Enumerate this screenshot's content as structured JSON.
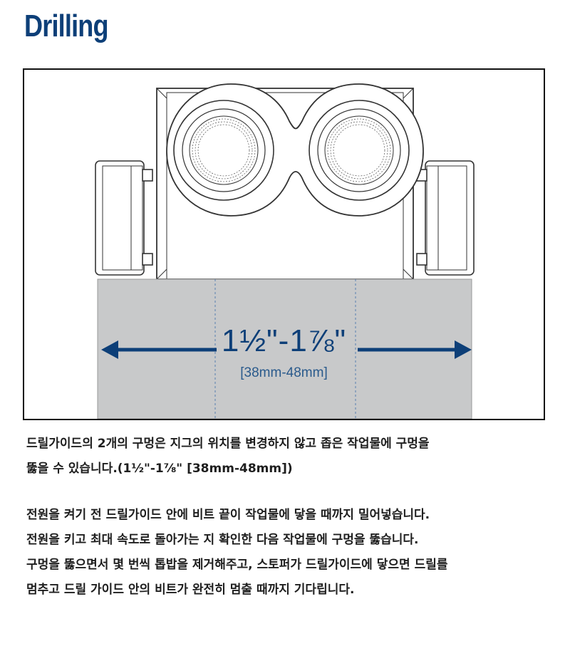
{
  "title": "Drilling",
  "figure": {
    "size_imperial": "1½\"-1⅞\"",
    "size_metric": "[38mm-48mm]",
    "colors": {
      "accent": "#0d3f78",
      "drill_block": "#c8c9ca",
      "guide_line": "#6a8bb5"
    }
  },
  "paragraph1": [
    "드릴가이드의 2개의 구멍은 지그의 위치를 변경하지 않고 좁은 작업물에 구멍을",
    "뚫을 수 있습니다.(1½\"-1⅞\" [38mm-48mm])"
  ],
  "paragraph2": [
    "전원을 켜기 전 드릴가이드 안에  비트 끝이 작업물에 닿을 때까지 밀어넣습니다.",
    "전원을 키고 최대 속도로 돌아가는 지 확인한 다음 작업물에 구멍을 뚫습니다.",
    "구멍을 뚫으면서 몇 번씩 톱밥을 제거해주고, 스토퍼가 드릴가이드에 닿으면 드릴를",
    "멈추고 드릴 가이드 안의 비트가 완전히 멈출 때까지 기다립니다."
  ]
}
